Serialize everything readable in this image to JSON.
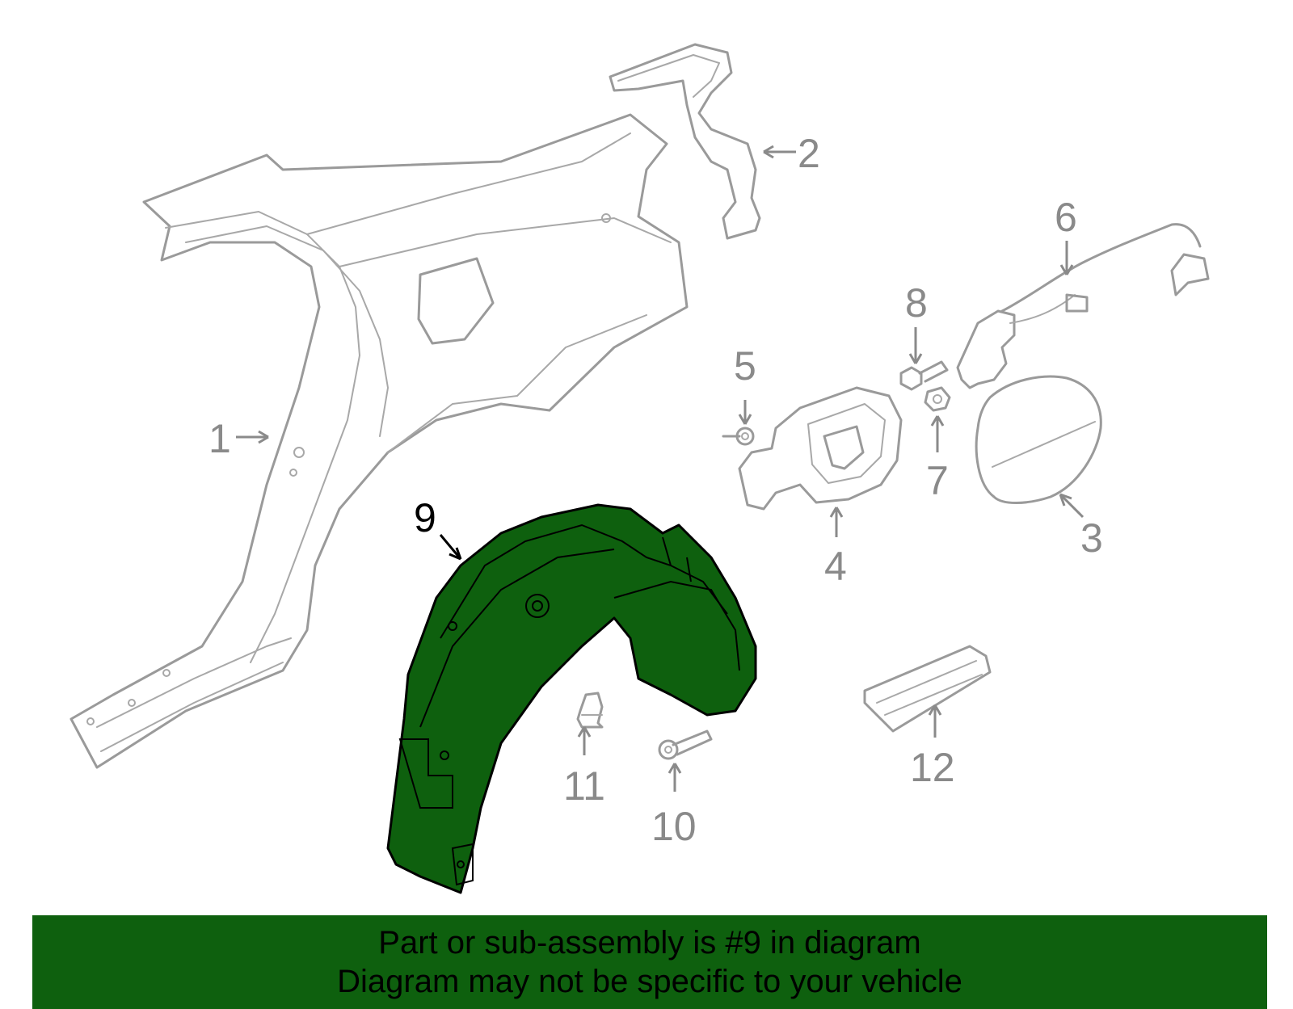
{
  "diagram": {
    "highlight_color": "#0e600e",
    "highlighted_part": "9",
    "callouts": [
      {
        "id": "c1",
        "label": "1"
      },
      {
        "id": "c2",
        "label": "2"
      },
      {
        "id": "c3",
        "label": "3"
      },
      {
        "id": "c4",
        "label": "4"
      },
      {
        "id": "c5",
        "label": "5"
      },
      {
        "id": "c6",
        "label": "6"
      },
      {
        "id": "c7",
        "label": "7"
      },
      {
        "id": "c8",
        "label": "8"
      },
      {
        "id": "c9",
        "label": "9"
      },
      {
        "id": "c10",
        "label": "10"
      },
      {
        "id": "c11",
        "label": "11"
      },
      {
        "id": "c12",
        "label": "12"
      }
    ]
  },
  "banner": {
    "line1": "Part or sub-assembly is #9 in diagram",
    "line2": "Diagram may not be specific to your vehicle"
  }
}
